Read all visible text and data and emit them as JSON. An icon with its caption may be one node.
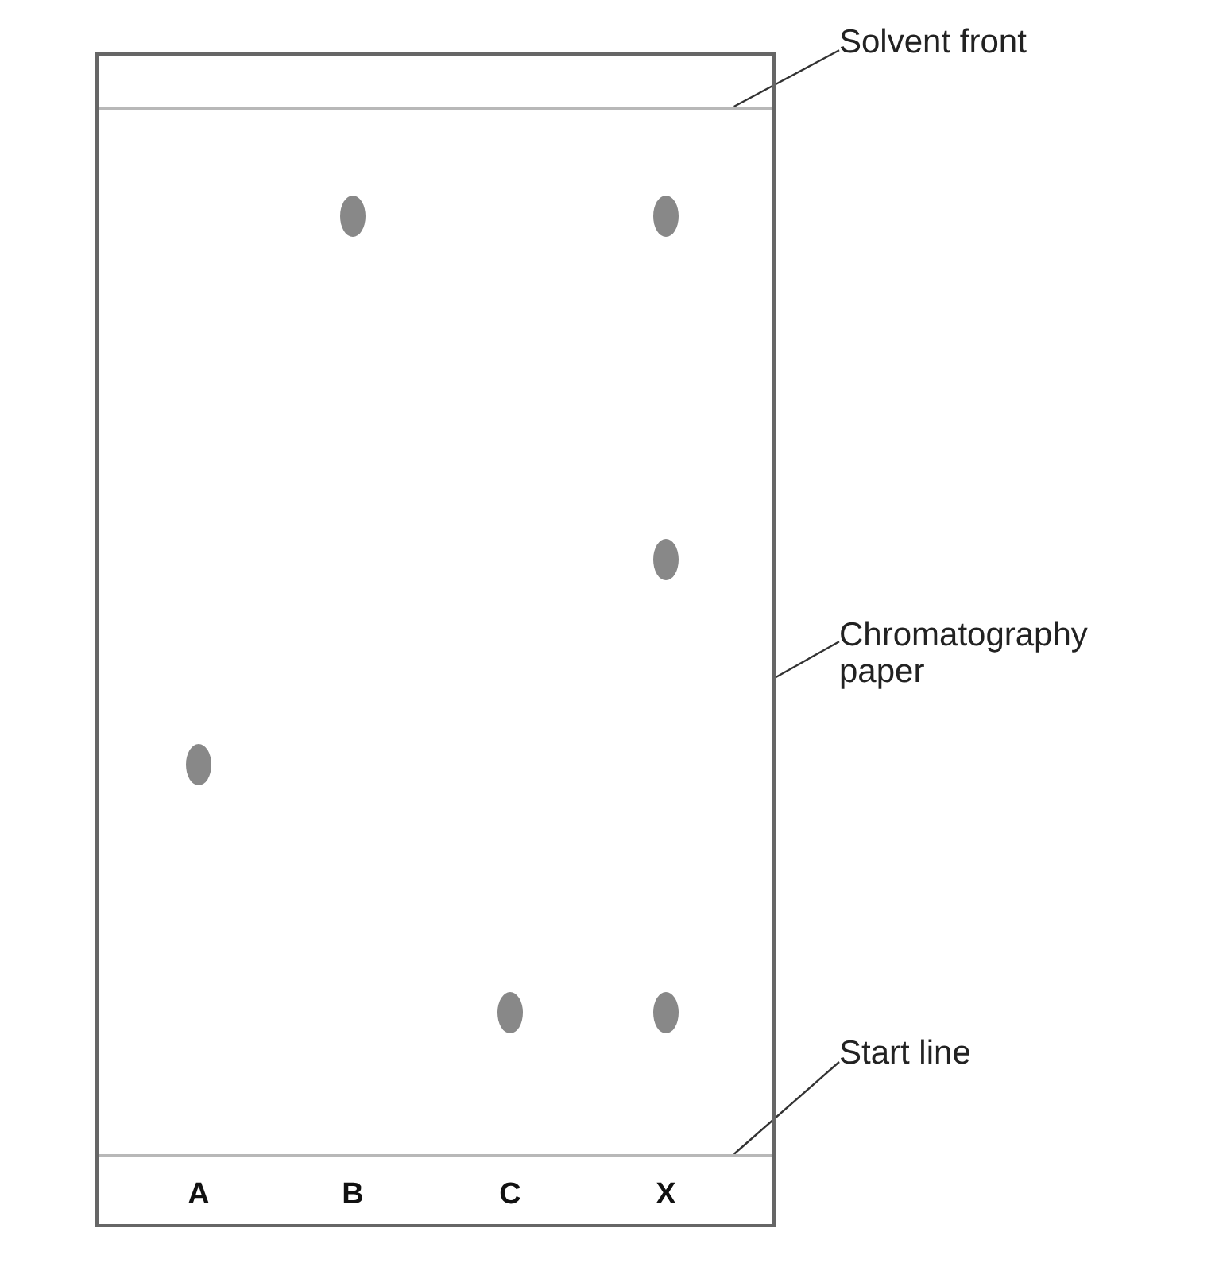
{
  "diagram": {
    "nodes": [
      {
        "text": [],
        "shape": "box"
      },
      {
        "text": [],
        "shape": "line",
        "in": 0
      },
      {
        "text": [],
        "shape": "line",
        "in": 0
      },
      {
        "text": [
          "Solvent front"
        ]
      },
      {
        "text": [
          "Chromatography paper"
        ]
      },
      {
        "text": [
          "Start line"
        ]
      }
    ],
    "edges": [
      {
        "from": 3,
        "to": 1,
        "arrow": "none"
      },
      {
        "from": 4,
        "to": 0,
        "arrow": "none"
      },
      {
        "from": 5,
        "to": 2,
        "arrow": "none"
      }
    ],
    "labels": [
      "A",
      "B",
      "C",
      "X"
    ]
  }
}
